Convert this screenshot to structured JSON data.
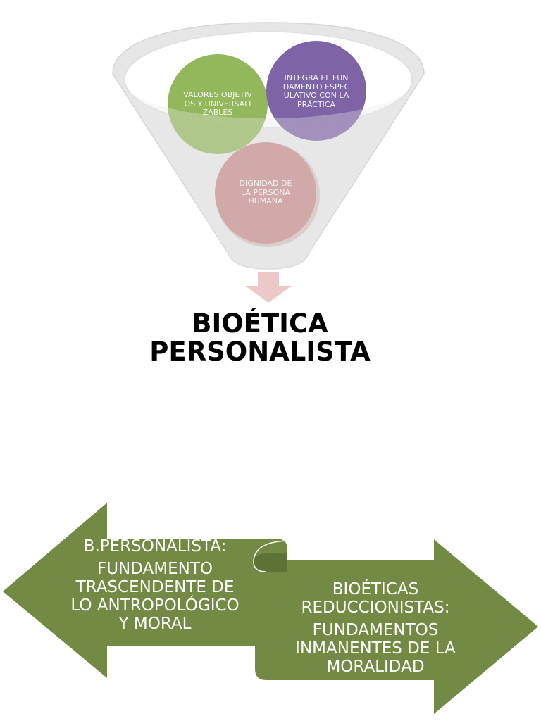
{
  "funnel": {
    "circles": [
      {
        "id": "valores",
        "text": "VALORES OBJETIVOS Y UNIVERSALIZABLES",
        "color": "#8db352"
      },
      {
        "id": "integra",
        "text": "INTEGRA EL FUNDAMENTO ESPECULATIVO CON LA PRÁCTICA",
        "color": "#7a5ea3"
      },
      {
        "id": "dignidad",
        "text": "DIGNIDAD DE LA PERSONA HUMANA",
        "color": "#c48786"
      }
    ],
    "arrow_color": "#ecc9c8"
  },
  "title": {
    "line1": "BIOÉTICA",
    "line2": "PERSONALISTA"
  },
  "comparison": {
    "left": {
      "heading": "B.PERSONALISTA:",
      "body": "FUNDAMENTO TRASCENDENTE DE LO ANTROPOLÓGICO Y MORAL"
    },
    "right": {
      "heading": "BIOÉTICAS REDUCCIONISTAS:",
      "body": "FUNDAMENTOS INMANENTES DE LA MORALIDAD"
    },
    "color": "#728a43",
    "fold_color": "#5d7335"
  }
}
